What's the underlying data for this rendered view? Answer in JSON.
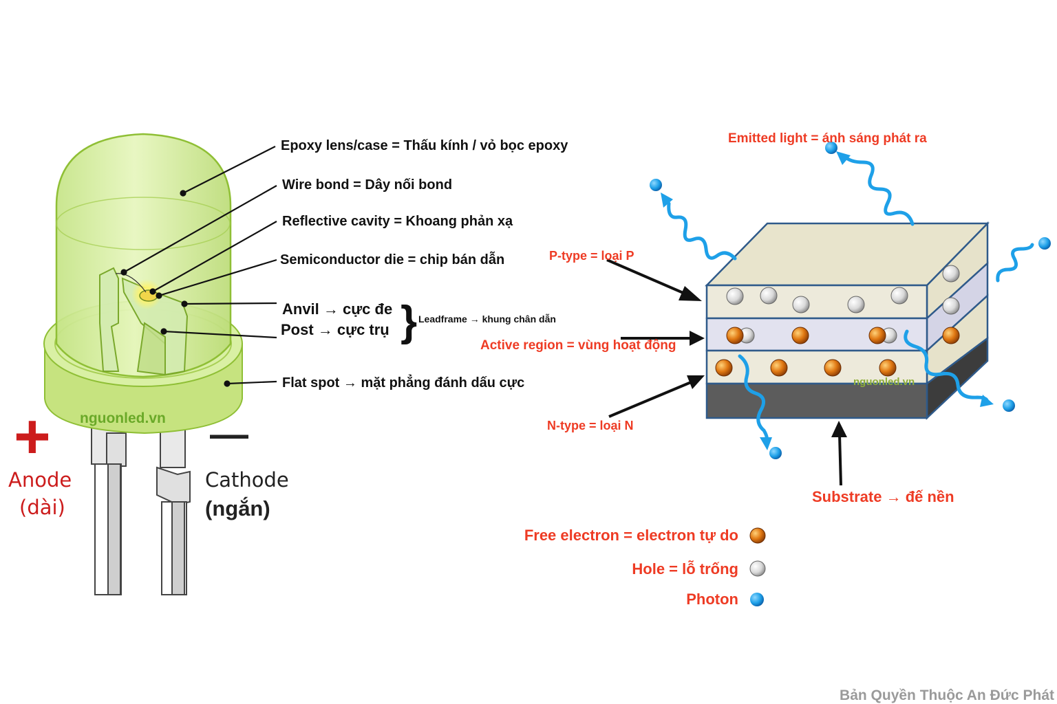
{
  "led": {
    "labels": {
      "epoxy": "Epoxy lens/case = Thấu kính / vỏ bọc epoxy",
      "wire_bond": "Wire bond = Dây nối bond",
      "reflective_cavity": "Reflective cavity = Khoang phản xạ",
      "semiconductor_die": "Semiconductor die = chip bán dẫn",
      "anvil": "Anvil → cực đe",
      "post": "Post → cực trụ",
      "leadframe": "Leadframe → khung chân dẫn",
      "flat_spot": "Flat spot → mặt phẳng đánh dấu cực"
    },
    "anode": {
      "sign": "+",
      "title": "Anode",
      "note": "(dài)"
    },
    "cathode": {
      "sign": "—",
      "title": "Cathode",
      "note": "(ngắn)"
    },
    "watermark": "nguonled.vn",
    "colors": {
      "lens": "#d8f0a0",
      "lens_edge": "#9dc73f",
      "anode_red": "#cc1c1c",
      "lead": "#d9d9d9"
    }
  },
  "chip": {
    "labels": {
      "emitted_light": "Emitted light = ánh sáng phát ra",
      "p_type": "P-type = loại P",
      "active_region": "Active region = vùng hoạt động",
      "n_type": "N-type = loại N",
      "substrate": "Substrate → đế nền"
    },
    "watermark": "nguonled.vn",
    "colors": {
      "layer": "#e9e5cf",
      "active": "#dcdcea",
      "substrate": "#595959",
      "edge": "#2f5a8a",
      "label_red": "#ee3b24"
    }
  },
  "legend": {
    "items": [
      {
        "label": "Free electron = electron tự do",
        "icon": "electron-icon",
        "color": "#d96d0f"
      },
      {
        "label": "Hole = lỗ trống",
        "icon": "hole-icon",
        "color": "#e6e6e6"
      },
      {
        "label": "Photon",
        "icon": "photon-icon",
        "color": "#1ea0e8"
      }
    ]
  },
  "copyright": "Bản Quyền Thuộc An Đức Phát"
}
